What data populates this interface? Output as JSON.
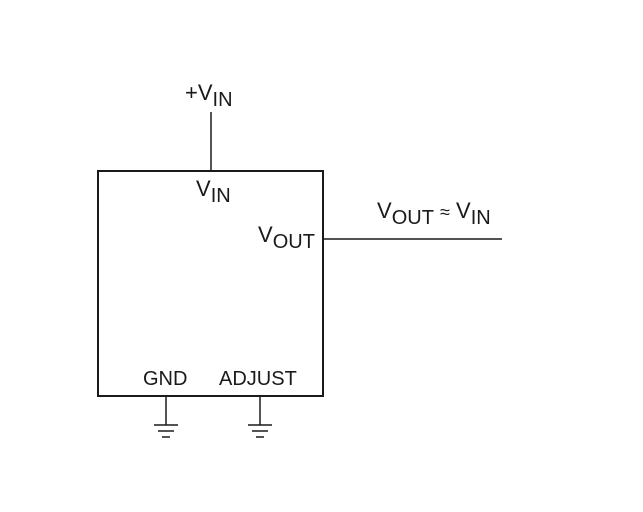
{
  "supply": {
    "prefix": "+",
    "main": "V",
    "sub": "IN"
  },
  "block": {
    "vin_pin": {
      "main": "V",
      "sub": "IN"
    },
    "vout_pin": {
      "main": "V",
      "sub": "OUT"
    },
    "gnd_pin": "GND",
    "adjust_pin": "ADJUST"
  },
  "output": {
    "left_main": "V",
    "left_sub": "OUT",
    "relation": "≈",
    "right_main": "V",
    "right_sub": "IN"
  },
  "colors": {
    "line": "#1a1a1a",
    "background": "#ffffff"
  }
}
